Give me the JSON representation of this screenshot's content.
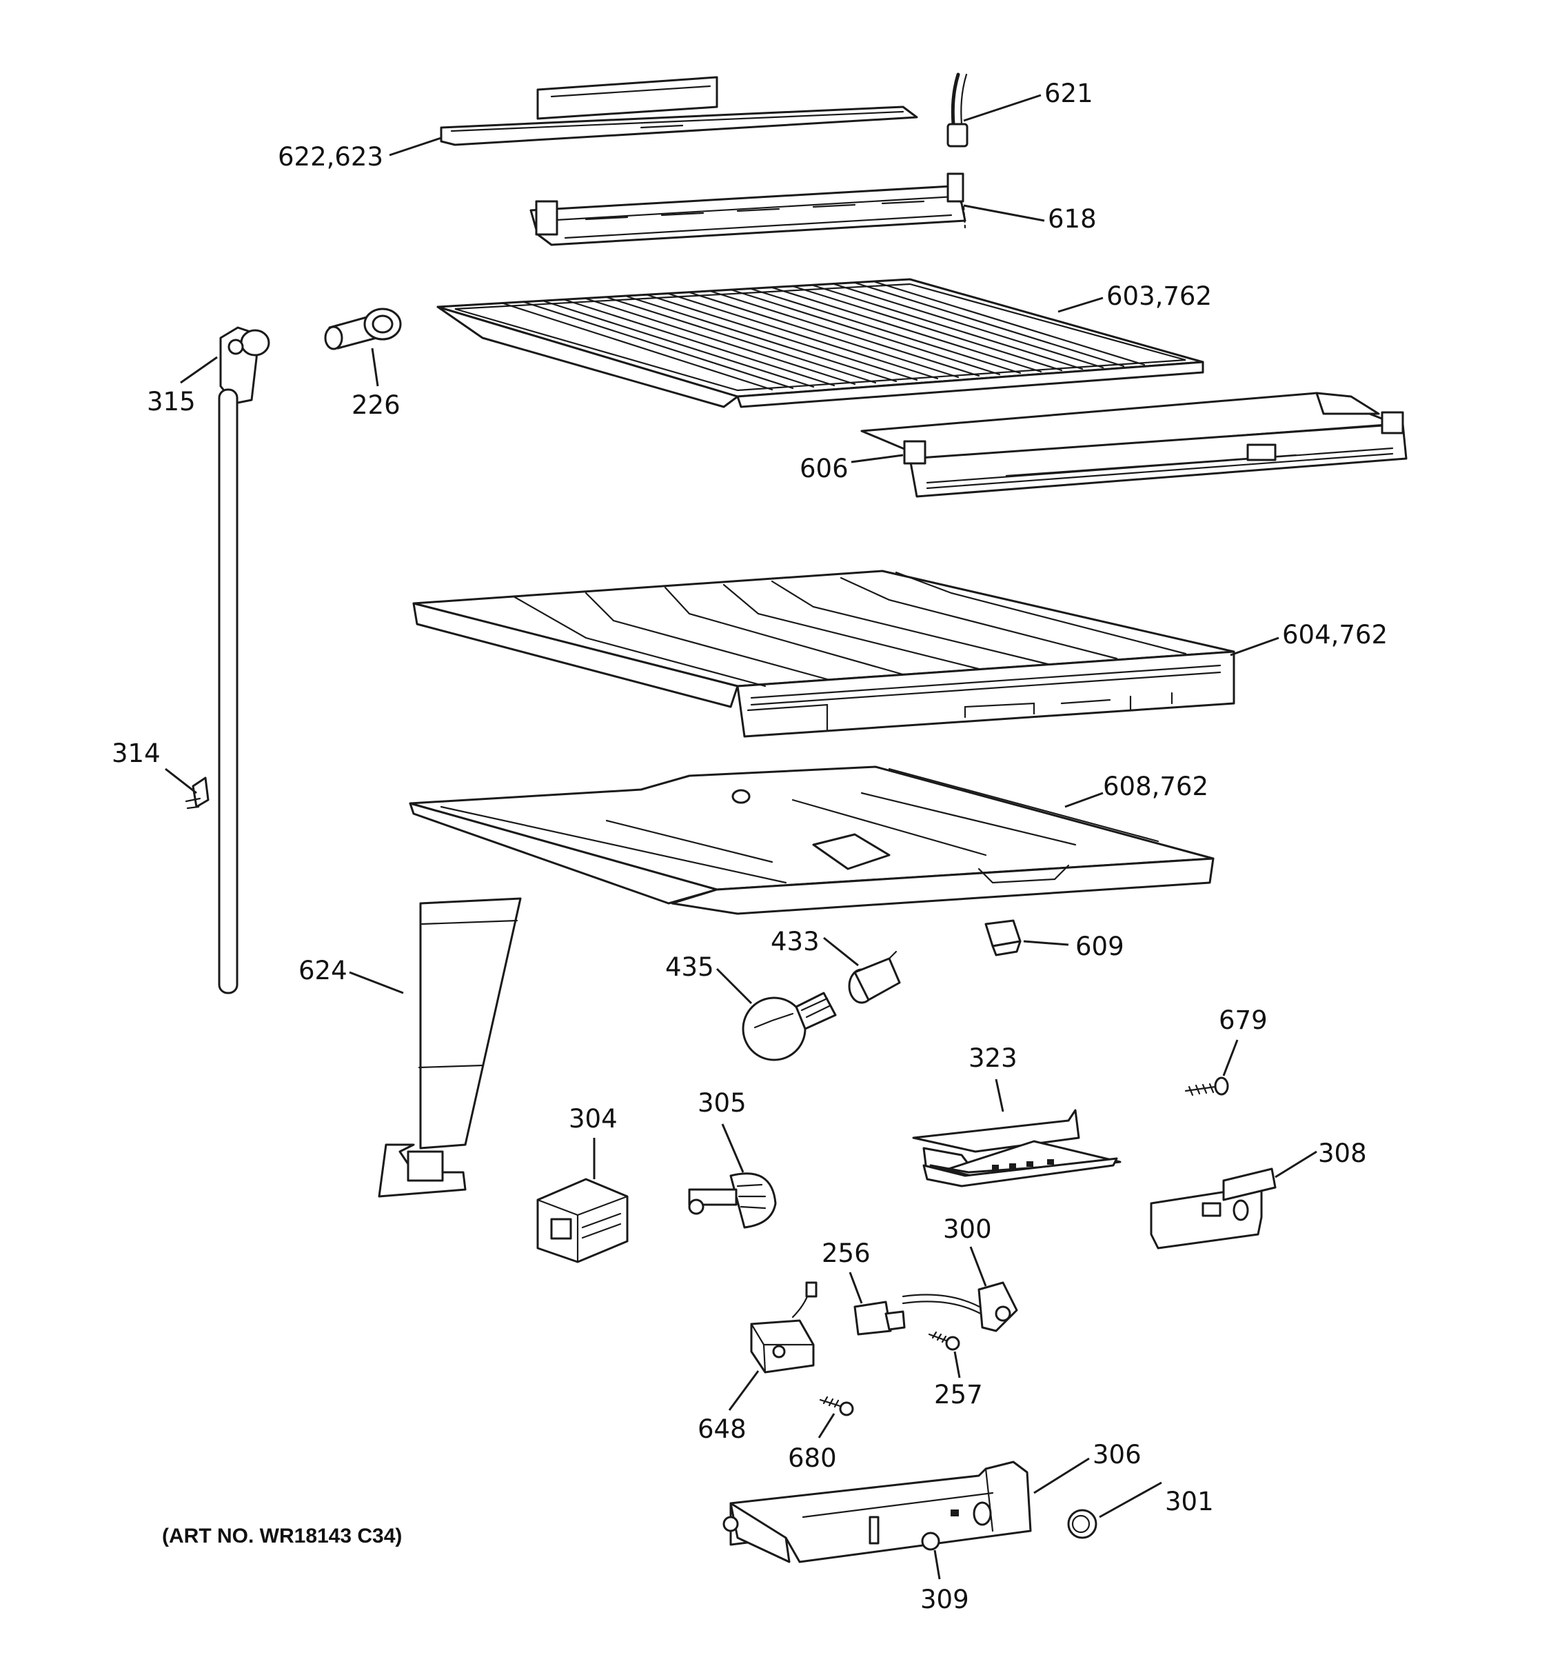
{
  "callouts": {
    "c621": "621",
    "c622_623": "622,623",
    "c618": "618",
    "c603_762": "603,762",
    "c315": "315",
    "c226": "226",
    "c606": "606",
    "c604_762": "604,762",
    "c314": "314",
    "c608_762": "608,762",
    "c433": "433",
    "c609": "609",
    "c435": "435",
    "c624": "624",
    "c679": "679",
    "c323": "323",
    "c304": "304",
    "c305": "305",
    "c308": "308",
    "c300": "300",
    "c256": "256",
    "c257": "257",
    "c648": "648",
    "c680": "680",
    "c306": "306",
    "c301": "301",
    "c309": "309"
  },
  "art_number": "(ART NO. WR18143 C34)"
}
